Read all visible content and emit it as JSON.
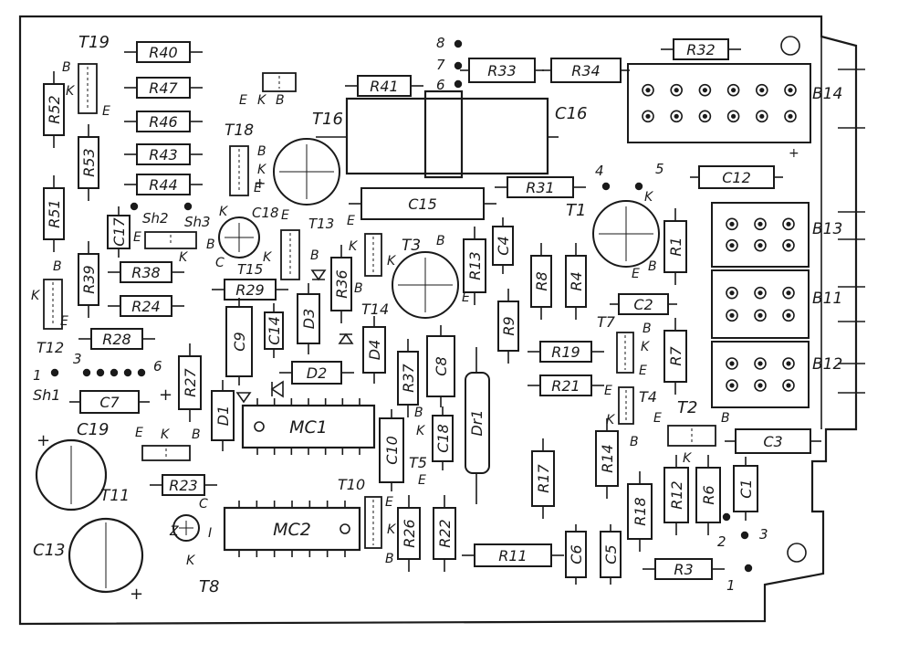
{
  "resistors": [
    "R40",
    "R47",
    "R46",
    "R43",
    "R44",
    "R52",
    "R53",
    "R51",
    "R39",
    "R38",
    "R24",
    "R28",
    "R29",
    "R36",
    "R41",
    "R33",
    "R34",
    "R32",
    "R31",
    "R13",
    "R8",
    "R4",
    "R1",
    "R9",
    "R19",
    "R21",
    "R7",
    "R37",
    "R27",
    "R23",
    "R26",
    "R22",
    "R11",
    "R17",
    "R14",
    "R18",
    "R12",
    "R6",
    "R3"
  ],
  "capacitors": [
    "C16",
    "C15",
    "C12",
    "C17",
    "C18",
    "C4",
    "C2",
    "C9",
    "C14",
    "C8",
    "C7",
    "C19",
    "C10",
    "C13",
    "C6",
    "C5",
    "C3",
    "C1"
  ],
  "transistors": [
    "T19",
    "T18",
    "T16",
    "T13",
    "T15",
    "T14",
    "T3",
    "T1",
    "T12",
    "T7",
    "T4",
    "T2",
    "T11",
    "T10",
    "T5",
    "T8"
  ],
  "diodes": [
    "D3",
    "D4",
    "D2",
    "D1"
  ],
  "chips": [
    "MC1",
    "MC2"
  ],
  "choke": "Dr1",
  "connectors": [
    "Sh1",
    "Sh2",
    "Sh3",
    "B14",
    "B13",
    "B11",
    "B12"
  ],
  "pin_letters": [
    "B",
    "K",
    "E",
    "C",
    "I",
    "Z"
  ],
  "pad_numbers": [
    "1",
    "2",
    "3",
    "4",
    "5",
    "6",
    "7",
    "8"
  ],
  "marks": {
    "plus": "+"
  }
}
